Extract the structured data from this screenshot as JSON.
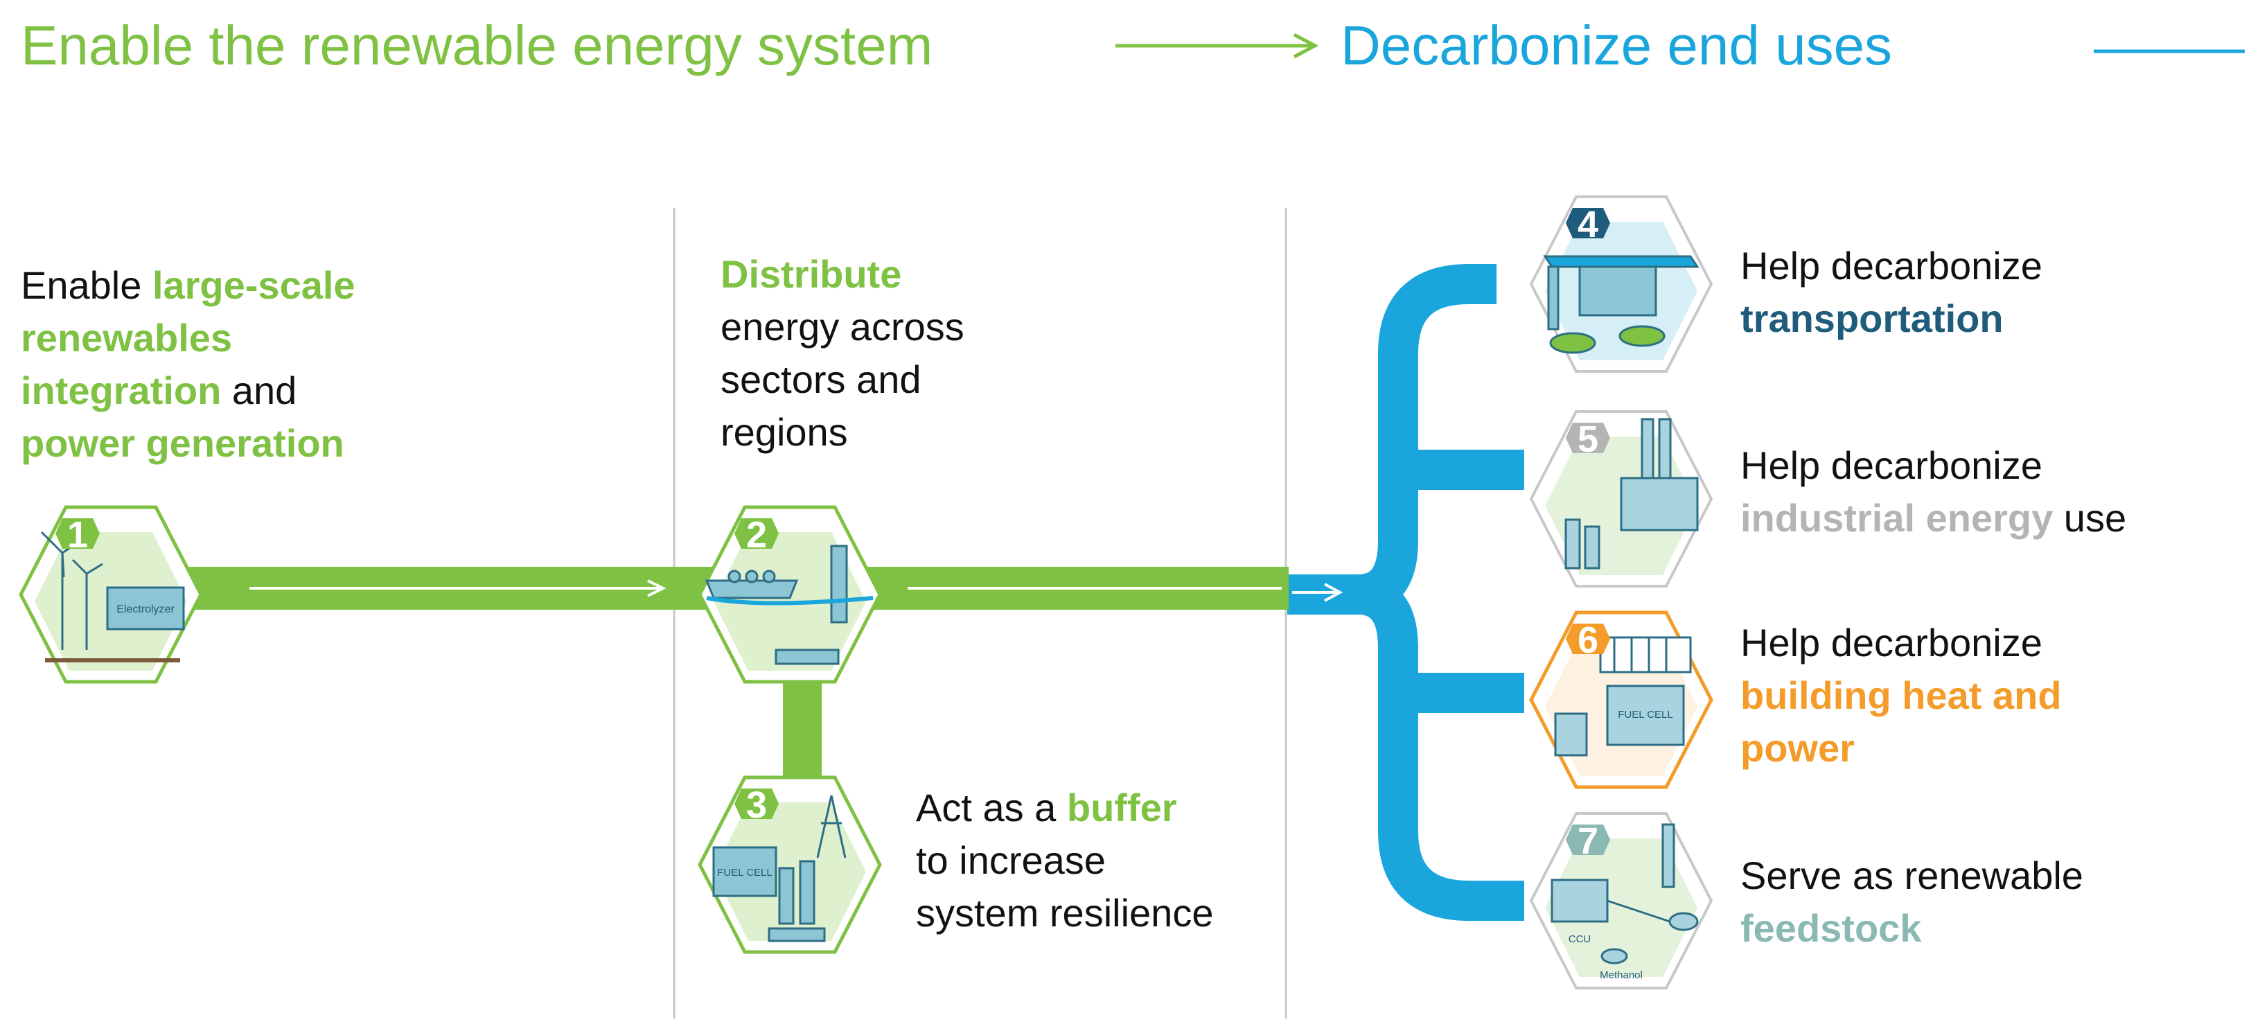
{
  "headers": {
    "left": "Enable the renewable energy system",
    "right": "Decarbonize end uses"
  },
  "colors": {
    "green": "#7ec143",
    "blue": "#1aa6dc",
    "navy": "#1f5b7a",
    "gray": "#b4b4b4",
    "orange": "#f49c2a",
    "teal": "#8ab8b2"
  },
  "steps": [
    {
      "num": "1",
      "lines": [
        [
          "Enable ",
          "large-scale"
        ],
        [
          "renewables"
        ],
        [
          "integration",
          " and"
        ],
        [
          "power generation"
        ]
      ]
    },
    {
      "num": "2",
      "lines": [
        [
          "Distribute"
        ],
        [
          "energy across"
        ],
        [
          "sectors and"
        ],
        [
          "regions"
        ]
      ]
    },
    {
      "num": "3",
      "lines": [
        [
          "Act as a ",
          "buffer"
        ],
        [
          "to increase"
        ],
        [
          "system resilience"
        ]
      ]
    },
    {
      "num": "4",
      "lines": [
        [
          "Help decarbonize"
        ],
        [
          "transportation"
        ]
      ]
    },
    {
      "num": "5",
      "lines": [
        [
          "Help decarbonize"
        ],
        [
          "industrial energy",
          " use"
        ]
      ]
    },
    {
      "num": "6",
      "lines": [
        [
          "Help decarbonize"
        ],
        [
          "building heat and"
        ],
        [
          "power"
        ]
      ]
    },
    {
      "num": "7",
      "lines": [
        [
          "Serve as renewable"
        ],
        [
          "feedstock"
        ]
      ]
    }
  ],
  "icons": {
    "step1": "wind-turbine-electrolyzer-icon",
    "step2": "tanker-ship-storage-tank-icon",
    "step3": "fuel-cell-power-pylon-icon",
    "step4": "fueling-station-cars-icon",
    "step5": "factory-chimney-icon",
    "step6": "heating-fuel-cell-building-icon",
    "step7": "chemical-plant-methanol-icon"
  },
  "icon_labels": {
    "step1": "Electrolyzer",
    "step3": "FUEL CELL",
    "step6": "FUEL CELL",
    "step7_a": "CCU",
    "step7_b": "Methanol"
  }
}
